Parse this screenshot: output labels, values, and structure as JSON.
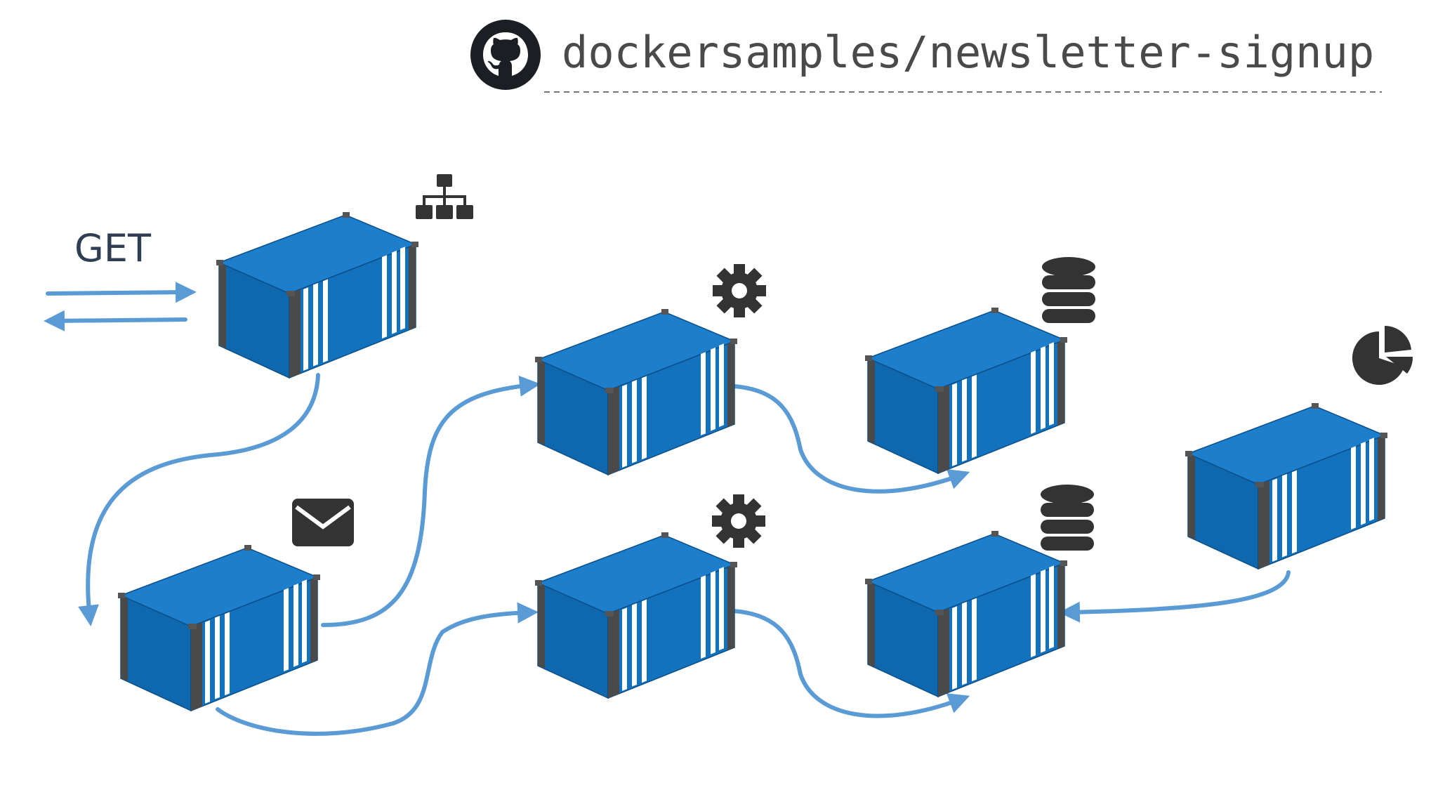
{
  "repo": {
    "name": "dockersamples/newsletter-signup",
    "icon": "github-icon"
  },
  "request": {
    "label": "GET"
  },
  "colors": {
    "container_blue": "#1272bd",
    "container_top": "#1d7fcc",
    "container_side": "#0e62a6",
    "flow_arrow": "#5b9bd5",
    "icon_dark": "#333333",
    "text_dark": "#4a4a4a"
  },
  "containers": [
    {
      "id": "load-balancer",
      "icon": "sitemap-icon"
    },
    {
      "id": "message-queue",
      "icon": "envelope-icon"
    },
    {
      "id": "worker-1",
      "icon": "gear-icon"
    },
    {
      "id": "worker-2",
      "icon": "gear-icon"
    },
    {
      "id": "database-1",
      "icon": "database-icon"
    },
    {
      "id": "database-2",
      "icon": "database-icon"
    },
    {
      "id": "analytics",
      "icon": "pie-chart-icon"
    }
  ]
}
